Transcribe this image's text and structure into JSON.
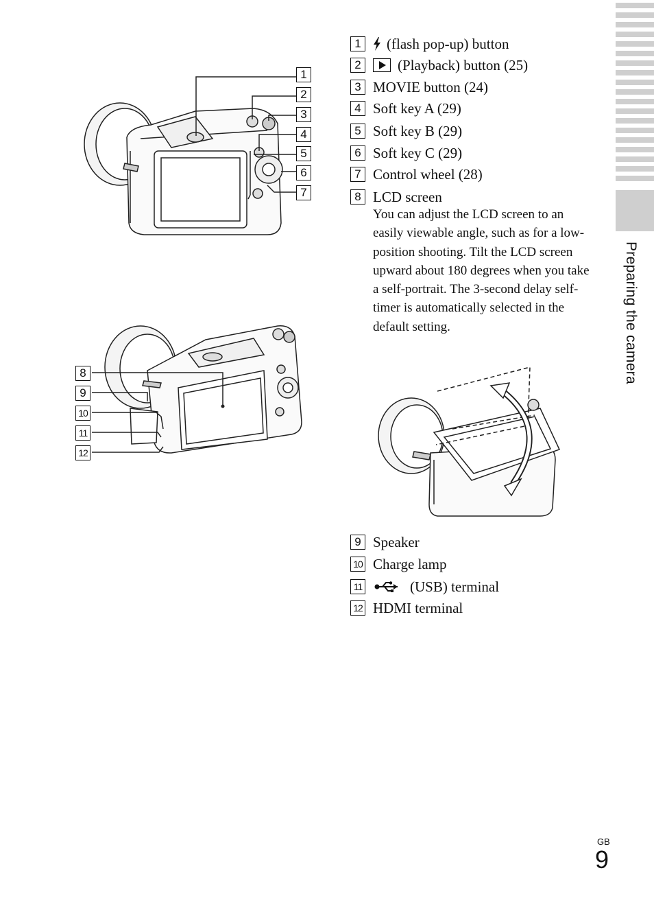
{
  "side_tab": {
    "label": "Preparing the camera"
  },
  "items": [
    {
      "num": "1",
      "text": "(flash pop-up) button",
      "icon": "flash-icon"
    },
    {
      "num": "2",
      "text": "(Playback) button (25)",
      "icon": "playback-icon"
    },
    {
      "num": "3",
      "text": "MOVIE button (24)"
    },
    {
      "num": "4",
      "text": "Soft key A (29)"
    },
    {
      "num": "5",
      "text": "Soft key B (29)"
    },
    {
      "num": "6",
      "text": "Soft key C (29)"
    },
    {
      "num": "7",
      "text": "Control wheel (28)"
    },
    {
      "num": "8",
      "text": "LCD screen"
    },
    {
      "num": "9",
      "text": "Speaker"
    },
    {
      "num": "10",
      "text": "Charge lamp"
    },
    {
      "num": "11",
      "text": "(USB) terminal",
      "icon": "usb-icon"
    },
    {
      "num": "12",
      "text": "HDMI terminal"
    }
  ],
  "lcd_description": "You can adjust the LCD screen to an easily viewable angle, such as for a low-position shooting. Tilt the LCD screen upward about 180 degrees when you take a self-portrait. The 3-second delay self-timer is automatically selected in the default setting.",
  "top_figure_callouts": [
    "1",
    "2",
    "3",
    "4",
    "5",
    "6",
    "7"
  ],
  "bottom_figure_callouts": [
    "8",
    "9",
    "10",
    "11",
    "12"
  ],
  "footer": {
    "region": "GB",
    "page_number": "9"
  }
}
